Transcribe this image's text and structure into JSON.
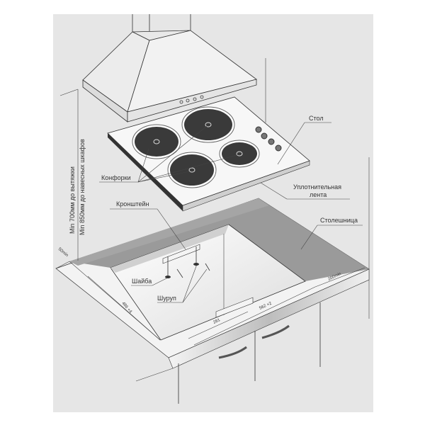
{
  "labels": {
    "hob": "Стол",
    "burners": "Конфорки",
    "seal_line1": "Уплотнительная",
    "seal_line2": "лента",
    "bracket": "Кронштейн",
    "countertop": "Столешница",
    "washer": "Шайба",
    "screw": "Шуруп",
    "min_hood": "Min 700мм до вытяжки",
    "min_cabinets": "Min 850мм до навесных шкафов"
  },
  "dimensions": {
    "back_margin": "50min",
    "depth": "486 +4",
    "width": "562 +2",
    "half_width": "281",
    "side_margin": "200min"
  },
  "colors": {
    "background": "#e6e6e6",
    "countertop": "#9a9a9a",
    "burner": "#3a3a3a",
    "line": "#333333"
  }
}
